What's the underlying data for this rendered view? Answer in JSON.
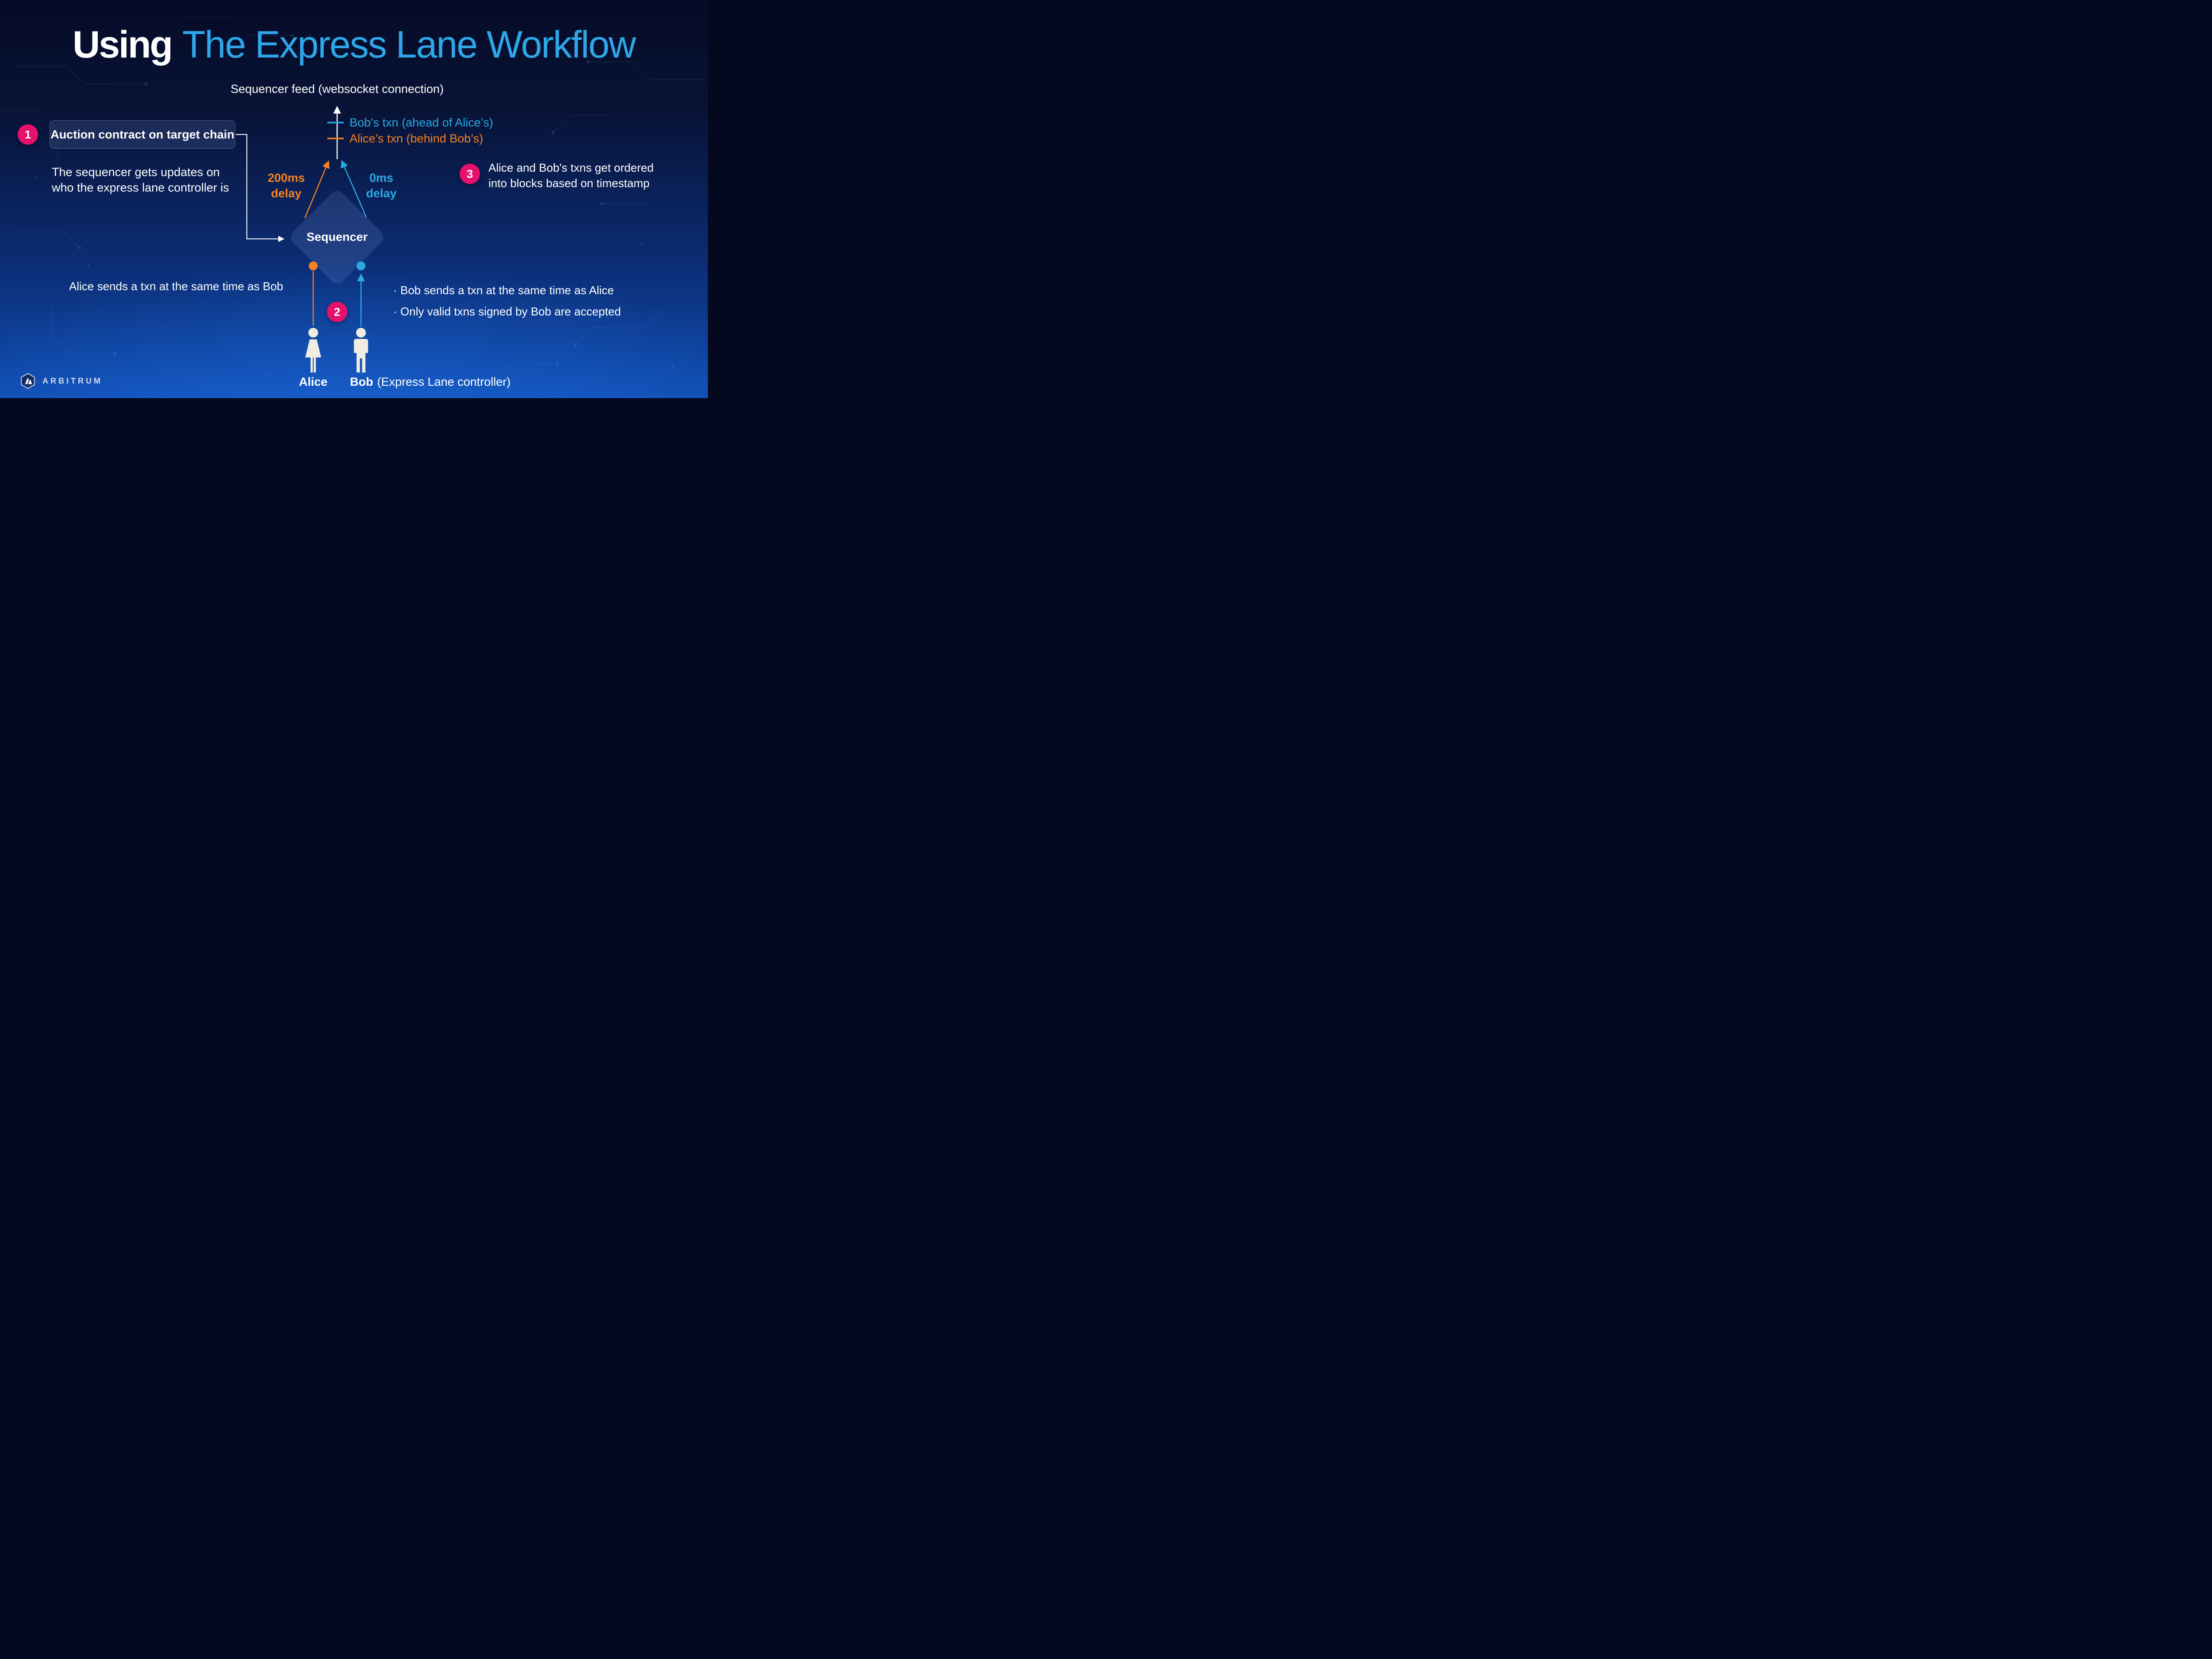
{
  "title": {
    "lead": "Using",
    "rest": "The Express Lane Workflow"
  },
  "feed": {
    "label": "Sequencer feed (websocket connection)"
  },
  "legend": {
    "bob": "Bob’s txn (ahead of Alice’s)",
    "alice": "Alice’s txn (behind Bob’s)"
  },
  "step1": {
    "number": "1",
    "box": "Auction contract on target chain",
    "desc1": "The sequencer gets updates on",
    "desc2": "who the express lane controller is"
  },
  "step2": {
    "number": "2"
  },
  "step3": {
    "number": "3",
    "line1": "Alice and Bob's txns get ordered",
    "line2": "into blocks based on timestamp"
  },
  "delay": {
    "alice_line1": "200ms",
    "alice_line2": "delay",
    "bob_line1": "0ms",
    "bob_line2": "delay"
  },
  "sequencer": {
    "label": "Sequencer"
  },
  "notes": {
    "alice": "Alice sends a txn at the same time as Bob",
    "bob": [
      "· Bob sends a txn at the same time as Alice",
      "· Only valid txns signed by Bob are accepted"
    ]
  },
  "actors": {
    "alice": "Alice",
    "bob": "Bob",
    "bob_role": "(Express Lane controller)"
  },
  "brand": {
    "name": "ARBITRUM"
  },
  "colors": {
    "background_top": "#060b26",
    "background_bottom": "#0f4cb0",
    "title_accent": "#2fa6e8",
    "orange": "#f5821f",
    "light_blue": "#29abe2",
    "pink_badge": "#e5116c",
    "figure_white": "#efece2"
  }
}
